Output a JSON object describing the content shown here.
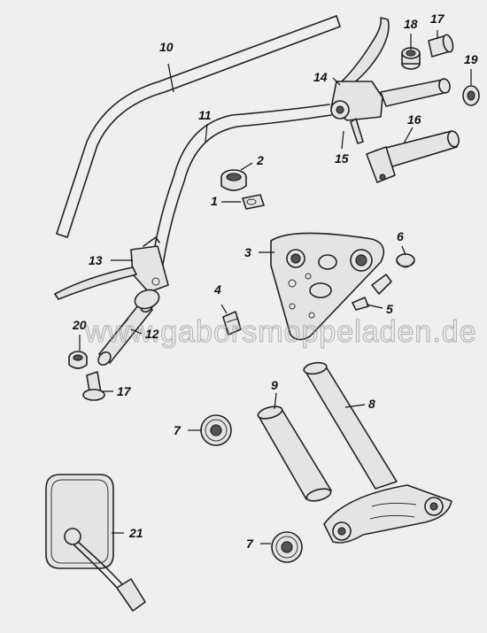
{
  "watermark": "www.gaborsmoppeladen.de",
  "callouts": {
    "c1": "1",
    "c2": "2",
    "c3": "3",
    "c4": "4",
    "c5": "5",
    "c6": "6",
    "c7a": "7",
    "c7b": "7",
    "c8": "8",
    "c9": "9",
    "c10": "10",
    "c11": "11",
    "c12": "12",
    "c13": "13",
    "c14": "14",
    "c15": "15",
    "c16": "16",
    "c17a": "17",
    "c17b": "17",
    "c18": "18",
    "c19": "19",
    "c20": "20",
    "c21": "21"
  }
}
